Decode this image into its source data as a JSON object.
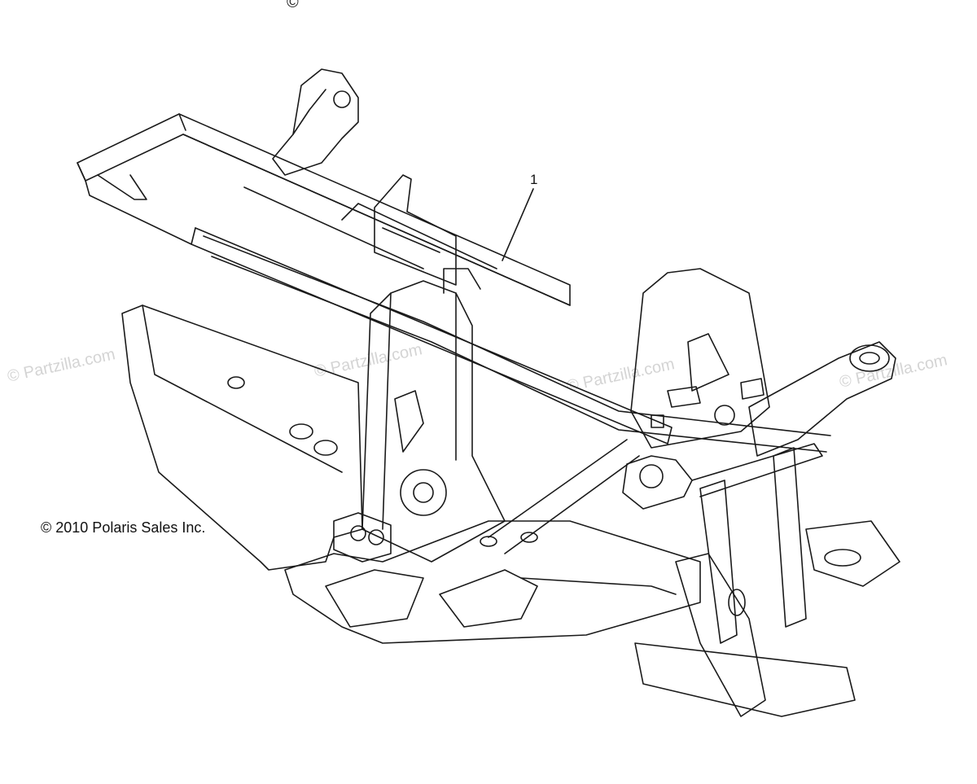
{
  "diagram": {
    "callouts": [
      {
        "number": "1"
      }
    ],
    "copyright": "© 2010 Polaris Sales Inc.",
    "watermarks": [
      "© Partzilla.com",
      "© Partzilla.com",
      "© Partzilla.com",
      "© Partzilla.com"
    ],
    "top_mark": "©",
    "line_color": "#1a1a1a",
    "watermark_color": "#d4d4d4"
  }
}
